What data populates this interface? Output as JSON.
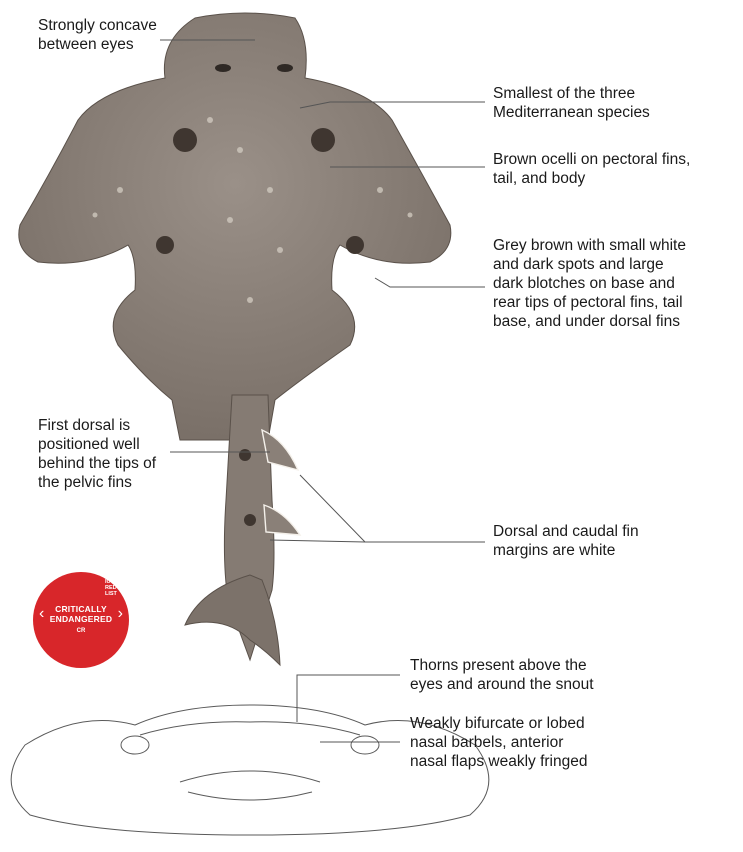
{
  "labels": {
    "snout": "Strongly concave\nbetween eyes",
    "size": "Smallest of the three\nMediterranean species",
    "ocelli": "Brown ocelli on pectoral fins,\ntail, and body",
    "color": "Grey brown with small white\nand dark spots and large\ndark blotches on base and\nrear tips of pectoral fins, tail\nbase, and under dorsal fins",
    "dorsal": "First dorsal is\npositioned well\nbehind the tips of\nthe pelvic fins",
    "margins": "Dorsal and caudal fin\nmargins are white",
    "thorns": "Thorns present above the\neyes and around the snout",
    "barbels": "Weakly bifurcate or lobed\nnasal barbels, anterior\nnasal flaps weakly fringed"
  },
  "redlist": {
    "status": "CRITICALLY\nENDANGERED",
    "code": "CR",
    "logo_text": "IUCN\nRED\nLIST"
  },
  "colors": {
    "body": "#8c8279",
    "spots_dark": "#3f3630",
    "spots_light": "#cfc8be",
    "badge": "#d8262a"
  }
}
